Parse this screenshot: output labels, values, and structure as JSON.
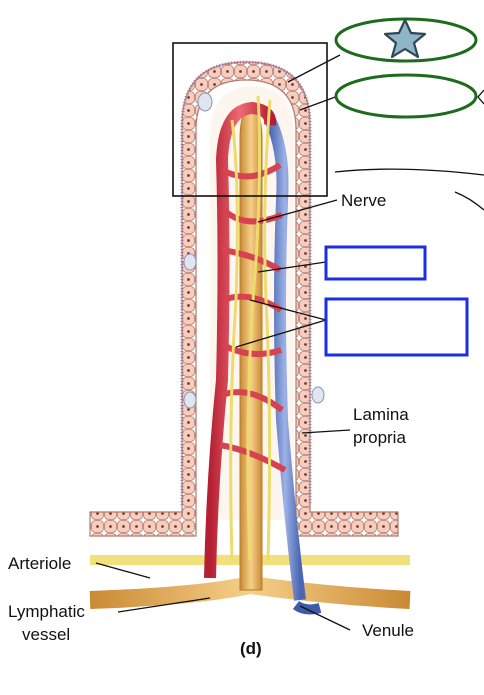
{
  "labels": {
    "nerve": "Nerve",
    "lamina_propria_line1": "Lamina",
    "lamina_propria_line2": "propria",
    "arteriole": "Arteriole",
    "lymphatic_line1": "Lymphatic",
    "lymphatic_line2": "vessel",
    "venule": "Venule",
    "panel": "(d)"
  },
  "blanks": {
    "green_ovals": 2,
    "blue_boxes": 2,
    "star_icon": "star-icon"
  },
  "colors": {
    "oval_stroke": "#1d6b1d",
    "box_stroke": "#1a2fe0",
    "star_fill": "#8fb5c7",
    "artery": "#d93a4a",
    "vein": "#6f8ed0",
    "lacteal": "#e3a74f",
    "epithelium": "#f6c8b7",
    "nerve": "#f2e07a"
  }
}
